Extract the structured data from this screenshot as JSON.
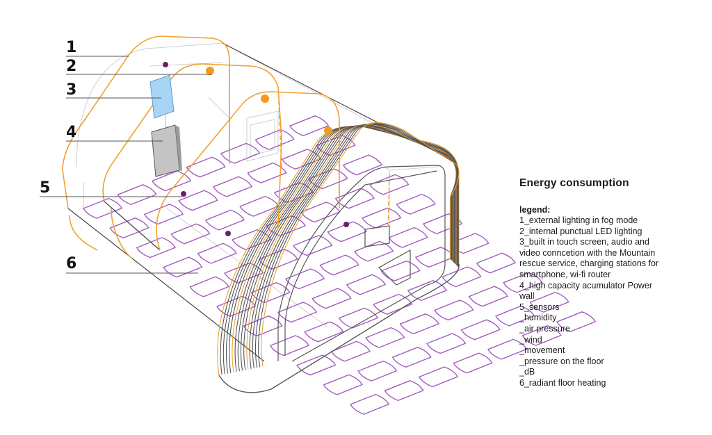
{
  "colors": {
    "shell_orange": "#f0a030",
    "ribs_dark": "#555555",
    "heating_purple": "#a25cc0",
    "sensor_dot": "#6a1f6a",
    "light_dot": "#f39a1e",
    "screen_blue": "#a8d4f5",
    "battery_gray": "#c4c4c4"
  },
  "callouts": [
    {
      "label": "1"
    },
    {
      "label": "2"
    },
    {
      "label": "3"
    },
    {
      "label": "4"
    },
    {
      "label": "5"
    },
    {
      "label": "6"
    }
  ],
  "legend": {
    "title": "Energy consumption",
    "heading": "legend:",
    "lines": [
      "1_external lighting in fog mode",
      "2_internal punctual LED lighting",
      "3_built in touch screen, audio and",
      "video conncetion with the Mountain",
      "rescue service, charging stations for",
      "smartphone, wi-fi router",
      "4_high capacity acumulator Power",
      "wall",
      "5_sensors",
      "_humidity",
      "_air pressure",
      "_wind",
      "_movement",
      "_pressure on the floor",
      "_dB",
      "6_radiant floor heating"
    ]
  }
}
